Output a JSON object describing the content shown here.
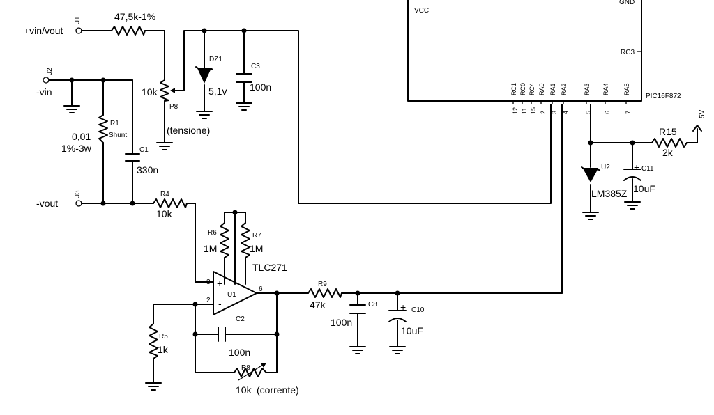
{
  "connectors": {
    "j1": {
      "ref": "J1",
      "label": "+vin/vout"
    },
    "j2": {
      "ref": "J2",
      "label": "-vin"
    },
    "j3": {
      "ref": "J3",
      "label": "-vout"
    }
  },
  "components": {
    "r_top": {
      "value": "47,5k-1%"
    },
    "r1": {
      "ref": "R1",
      "note": "Shunt",
      "value1": "0,01",
      "value2": "1%-3w"
    },
    "c1": {
      "ref": "C1",
      "value": "330n"
    },
    "p_tension": {
      "ref": "P8",
      "value": "10k",
      "note": "(tensione)"
    },
    "dz1": {
      "ref": "DZ1",
      "value": "5,1v"
    },
    "c3": {
      "ref": "C3",
      "value": "100n"
    },
    "r4": {
      "ref": "R4",
      "value": "10k"
    },
    "r6": {
      "ref": "R6",
      "value": "1M"
    },
    "r7": {
      "ref": "R7",
      "value": "1M"
    },
    "u1": {
      "ref": "U1",
      "part": "TLC271",
      "pin_plus": "3",
      "pin_minus": "2",
      "pin_out": "6",
      "plus_sign": "+",
      "minus_sign": "-"
    },
    "r5": {
      "ref": "R5",
      "value": "1k"
    },
    "c2": {
      "ref": "C2",
      "value": "100n"
    },
    "r8": {
      "ref": "R8",
      "value": "10k",
      "note": "(corrente)"
    },
    "r9": {
      "ref": "R9",
      "value": "47k"
    },
    "c8": {
      "ref": "C8",
      "value": "100n"
    },
    "c10": {
      "ref": "C10",
      "value": "10uF",
      "plus": "+"
    },
    "r15": {
      "ref": "R15",
      "value": "2k"
    },
    "c11": {
      "ref": "C11",
      "value": "10uF",
      "plus": "+"
    },
    "u2": {
      "ref": "U2",
      "part": "LM385Z"
    },
    "supply": {
      "label": "5V"
    }
  },
  "mcu": {
    "part": "PIC16F872",
    "vcc": "VCC",
    "gnd": "GND",
    "rc3": "RC3",
    "pins": [
      {
        "name": "RC1",
        "num": "12"
      },
      {
        "name": "RC0",
        "num": "11"
      },
      {
        "name": "RC4",
        "num": "15"
      },
      {
        "name": "RA0",
        "num": "2"
      },
      {
        "name": "RA1",
        "num": "3"
      },
      {
        "name": "RA2",
        "num": "4"
      },
      {
        "name": "RA3",
        "num": "5"
      },
      {
        "name": "RA4",
        "num": "6"
      },
      {
        "name": "RA5",
        "num": "7"
      }
    ]
  }
}
